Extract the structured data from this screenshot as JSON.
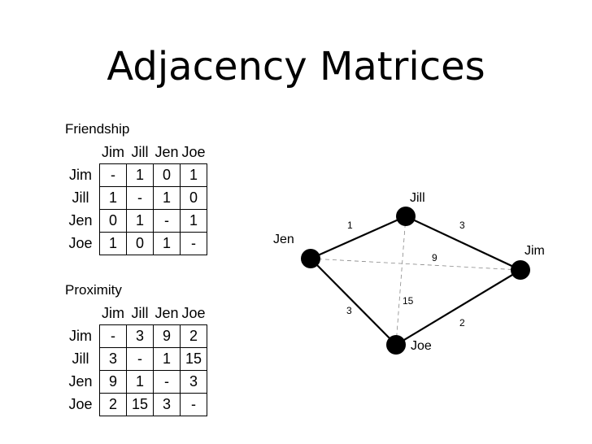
{
  "title": "Adjacency Matrices",
  "friendship": {
    "label": "Friendship",
    "columns": [
      "Jim",
      "Jill",
      "Jen",
      "Joe"
    ],
    "rows": [
      {
        "name": "Jim",
        "cells": [
          "-",
          "1",
          "0",
          "1"
        ]
      },
      {
        "name": "Jill",
        "cells": [
          "1",
          "-",
          "1",
          "0"
        ]
      },
      {
        "name": "Jen",
        "cells": [
          "0",
          "1",
          "-",
          "1"
        ]
      },
      {
        "name": "Joe",
        "cells": [
          "1",
          "0",
          "1",
          "-"
        ]
      }
    ]
  },
  "proximity": {
    "label": "Proximity",
    "columns": [
      "Jim",
      "Jill",
      "Jen",
      "Joe"
    ],
    "rows": [
      {
        "name": "Jim",
        "cells": [
          "-",
          "3",
          "9",
          "2"
        ]
      },
      {
        "name": "Jill",
        "cells": [
          "3",
          "-",
          "1",
          "15"
        ]
      },
      {
        "name": "Jen",
        "cells": [
          "9",
          "1",
          "-",
          "3"
        ]
      },
      {
        "name": "Joe",
        "cells": [
          "2",
          "15",
          "3",
          "-"
        ]
      }
    ]
  },
  "graph": {
    "nodes": [
      {
        "id": "jill",
        "label": "Jill"
      },
      {
        "id": "jen",
        "label": "Jen"
      },
      {
        "id": "jim",
        "label": "Jim"
      },
      {
        "id": "joe",
        "label": "Joe"
      }
    ],
    "edges": [
      {
        "from": "jen",
        "to": "jill",
        "weight": "1",
        "style": "solid"
      },
      {
        "from": "jill",
        "to": "jim",
        "weight": "3",
        "style": "solid"
      },
      {
        "from": "jen",
        "to": "joe",
        "weight": "3",
        "style": "solid"
      },
      {
        "from": "joe",
        "to": "jim",
        "weight": "2",
        "style": "solid"
      },
      {
        "from": "jen",
        "to": "jim",
        "weight": "9",
        "style": "dashed"
      },
      {
        "from": "jill",
        "to": "joe",
        "weight": "15",
        "style": "dashed"
      }
    ]
  }
}
